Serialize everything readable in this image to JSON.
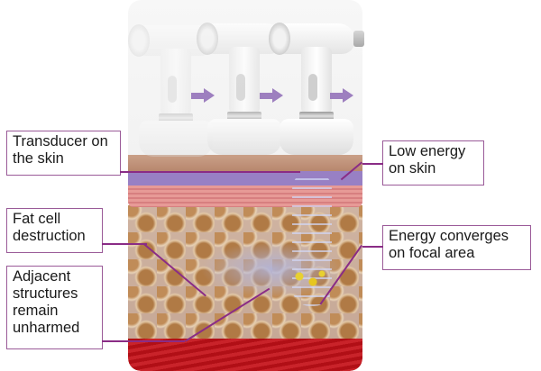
{
  "diagram": {
    "type": "anatomical-illustration",
    "subject": "Focused ultrasound transducer on skin with tissue cross-section",
    "accent_color": "#9a5a98",
    "arrow_color": "#9d7fbf",
    "devices": [
      {
        "name": "transducer-step-1",
        "opacity": "faded"
      },
      {
        "name": "transducer-step-2",
        "opacity": "semi"
      },
      {
        "name": "transducer-step-3",
        "opacity": "solid"
      }
    ],
    "layers": [
      "epidermis",
      "dermis",
      "fat layer",
      "muscle"
    ]
  },
  "labels": {
    "left": [
      {
        "id": "transducer",
        "text": "Transducer on the skin",
        "line1": "Transducer on",
        "line2": "the skin"
      },
      {
        "id": "fat-cell",
        "text": "Fat cell destruction",
        "line1": "Fat cell",
        "line2": "destruction"
      },
      {
        "id": "adjacent",
        "text": "Adjacent structures remain unharmed",
        "line1": "Adjacent",
        "line2": "structures",
        "line3": "remain",
        "line4": "unharmed"
      }
    ],
    "right": [
      {
        "id": "low-energy",
        "text": "Low energy on skin",
        "line1": "Low energy",
        "line2": "on skin"
      },
      {
        "id": "converges",
        "text": "Energy converges on focal area",
        "line1": "Energy converges",
        "line2": "on focal area"
      }
    ]
  }
}
